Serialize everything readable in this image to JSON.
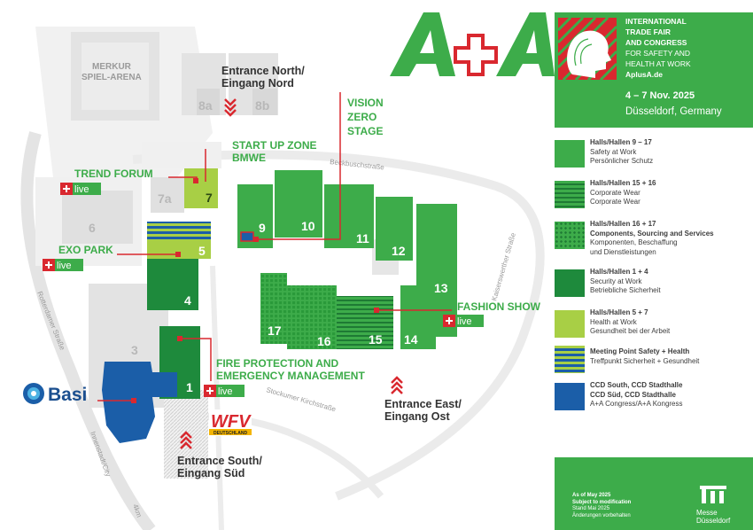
{
  "header": {
    "org_lines": [
      "INTERNATIONAL",
      "TRADE FAIR",
      "AND CONGRESS",
      "FOR SAFETY AND",
      "HEALTH AT WORK",
      "AplusA.de"
    ],
    "dates": "4 – 7 Nov. 2025",
    "city": "Düsseldorf, Germany",
    "logo_text": "A+A"
  },
  "venue": {
    "arena": [
      "MERKUR",
      "SPIEL-ARENA"
    ],
    "streets": {
      "beckbusch": "Beckbuschstraße",
      "rotterdamer": "Rotterdamer Straße",
      "innenstadt": "Innenstadt/City",
      "stockumer": "Stockumer Kirchstraße",
      "kaiserswerther": "Kaiserswerther Straße",
      "km": "4km"
    },
    "halls": {
      "h1": "1",
      "h3": "3",
      "h4": "4",
      "h5": "5",
      "h6": "6",
      "h7": "7",
      "h7a": "7a",
      "h8a": "8a",
      "h8b": "8b",
      "h9": "9",
      "h10": "10",
      "h11": "11",
      "h12": "12",
      "h13": "13",
      "h14": "14",
      "h15": "15",
      "h16": "16",
      "h17": "17"
    }
  },
  "labels": {
    "entrance_north": [
      "Entrance North/",
      "Eingang Nord"
    ],
    "entrance_east": [
      "Entrance East/",
      "Eingang Ost"
    ],
    "entrance_south": [
      "Entrance South/",
      "Eingang Süd"
    ],
    "start_up_zone": [
      "START UP ZONE",
      "BMWE"
    ],
    "vision_zero": [
      "VISION",
      "ZERO",
      "STAGE"
    ],
    "trend_forum": "TREND FORUM",
    "exo_park": "EXO PARK",
    "fashion_show": "FASHION SHOW",
    "fire_protection": [
      "FIRE PROTECTION AND",
      "EMERGENCY MANAGEMENT"
    ],
    "live": "live",
    "basi": "Basi",
    "wfv": [
      "WFV",
      "DEUTSCHLAND"
    ]
  },
  "legend": [
    {
      "pattern": "solid",
      "color": "#3dac4a",
      "lines": [
        "Halls/Hallen 9 – 17",
        "Safety at Work",
        "Persönlicher Schutz"
      ]
    },
    {
      "pattern": "hstripes",
      "color": "#1e8a3c",
      "lines": [
        "Halls/Hallen 15 + 16",
        "Corporate Wear",
        "Corporate Wear"
      ]
    },
    {
      "pattern": "dots",
      "color": "#3dac4a",
      "lines": [
        "Halls/Hallen 16 + 17",
        "Components, Sourcing and Services",
        "Komponenten, Beschaffung",
        "und Dienstleistungen"
      ]
    },
    {
      "pattern": "solid",
      "color": "#1e8a3c",
      "lines": [
        "Halls/Hallen 1 + 4",
        "Security at Work",
        "Betriebliche Sicherheit"
      ]
    },
    {
      "pattern": "solid",
      "color": "#a8cf45",
      "lines": [
        "Halls/Hallen 5 + 7",
        "Health at Work",
        "Gesundheit bei der Arbeit"
      ]
    },
    {
      "pattern": "meeting",
      "color": "#1b5ea8",
      "lines": [
        "Meeting Point Safety + Health",
        "Treffpunkt Sicherheit + Gesundheit"
      ]
    },
    {
      "pattern": "solid",
      "color": "#1b5ea8",
      "lines": [
        "CCD South, CCD Stadthalle",
        "CCD Süd, CCD Stadthalle",
        "A+A Congress/A+A Kongress"
      ]
    }
  ],
  "footer": {
    "notes": [
      "As of May 2025",
      "Subject to modification",
      "Stand Mai 2025",
      "Änderungen vorbehalten"
    ],
    "brand": [
      "Messe",
      "Düsseldorf"
    ]
  },
  "colors": {
    "green": "#3dac4a",
    "dark_green": "#1e8a3c",
    "light_green": "#a8cf45",
    "blue": "#1b5ea8",
    "red": "#d9282f",
    "grey": "#e6e6e6"
  }
}
